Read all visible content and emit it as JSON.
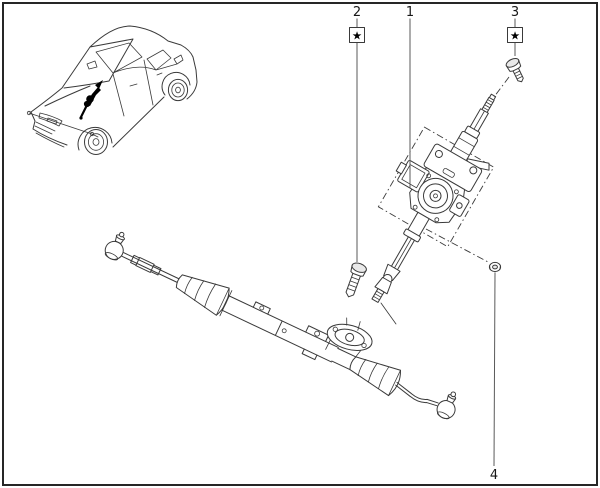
{
  "colors": {
    "background": "#ffffff",
    "frame": "#262626",
    "line": "#3a3a3a",
    "callout": "#5a5a5a",
    "highlight": "#000000"
  },
  "callouts": {
    "item1": {
      "label": "1"
    },
    "item2": {
      "label": "2",
      "marker": "★"
    },
    "item3": {
      "label": "3",
      "marker": "★"
    },
    "item4": {
      "label": "4"
    }
  }
}
